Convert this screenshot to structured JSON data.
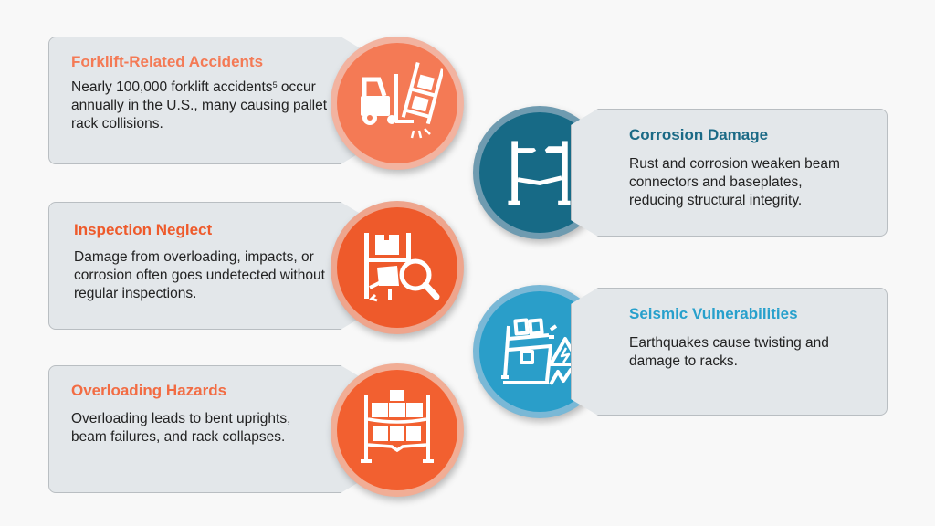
{
  "colors": {
    "orange_light": "#f47a55",
    "orange_dark": "#ee5a2b",
    "teal_dark": "#176a86",
    "teal_light": "#2a9ec9",
    "title_orange": "#f26c43",
    "title_teal_dark": "#1b6a86",
    "title_teal_light": "#27a0cc",
    "card_bg": "#e3e7ea"
  },
  "items": [
    {
      "title": "Forklift-Related Accidents",
      "text_before_sup": "Nearly 100,000 forklift accidents",
      "sup": "5",
      "text_after_sup": " occur annually in the U.S., many causing pallet rack collisions.",
      "icon": "forklift-collision-icon"
    },
    {
      "title": "Corrosion Damage",
      "text": "Rust and corrosion weaken beam connectors and baseplates, reducing structural integrity.",
      "icon": "corroded-rack-icon"
    },
    {
      "title": "Inspection Neglect",
      "text": "Damage from overloading, impacts, or corrosion often goes undetected without regular inspections.",
      "icon": "rack-inspection-icon"
    },
    {
      "title": "Seismic Vulnerabilities",
      "text": "Earthquakes cause twisting and damage to racks.",
      "icon": "seismic-rack-icon"
    },
    {
      "title": "Overloading Hazards",
      "text": "Overloading leads to bent uprights, beam failures, and rack collapses.",
      "icon": "overloaded-rack-icon"
    }
  ]
}
